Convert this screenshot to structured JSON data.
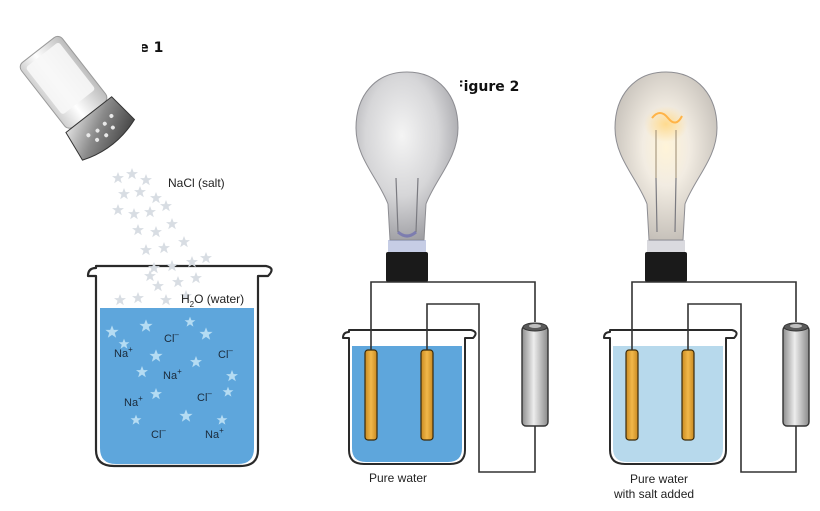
{
  "figure1": {
    "title": "Figure 1",
    "salt_label": "NaCl (salt)",
    "water_label_h": "H",
    "water_label_sub": "2",
    "water_label_rest": "O (water)",
    "ions": [
      {
        "base": "Cl",
        "sup": "–"
      },
      {
        "base": "Na",
        "sup": "+"
      },
      {
        "base": "Cl",
        "sup": "–"
      },
      {
        "base": "Na",
        "sup": "+"
      },
      {
        "base": "Na",
        "sup": "+"
      },
      {
        "base": "Cl",
        "sup": "–"
      },
      {
        "base": "Cl",
        "sup": "–"
      },
      {
        "base": "Na",
        "sup": "+"
      }
    ]
  },
  "figure2": {
    "title": "Figure 2",
    "left_caption": "Pure water",
    "right_caption_line1": "Pure water",
    "right_caption_line2": "with salt added",
    "left_bulb_lit": false,
    "right_bulb_lit": true
  },
  "colors": {
    "water_pure": "#5ea6dc",
    "water_salted": "#b7d9ec",
    "electrode": "#e8a93a",
    "star": "#d8dde3",
    "wire": "#333333"
  }
}
